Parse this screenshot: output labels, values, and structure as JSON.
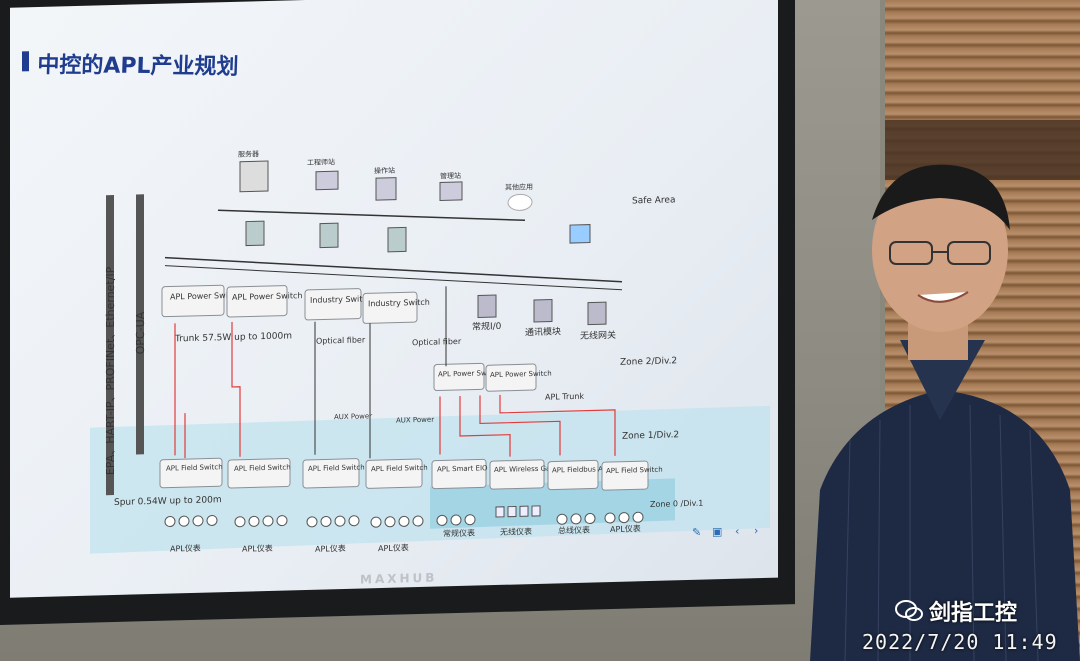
{
  "slide": {
    "title": "中控的APL产业规划",
    "brand": "MAXHUB",
    "top_nodes": [
      "服务器",
      "工程师站",
      "操作站",
      "管理站",
      "其他应用"
    ],
    "safe_area": "Safe Area",
    "zone2": "Zone 2/Div.2",
    "zone1": "Zone 1/Div.2",
    "zone0": "Zone 0 /Div.1",
    "left_protocols": "EPA、HART-IP、PROFINet、Ethernet/IP",
    "opc": "OPC-UA",
    "trunk": "Trunk 57.5W up to 1000m",
    "spur": "Spur 0.54W up to 200m",
    "optical1": "Optical fiber",
    "optical2": "Optical fiber",
    "apl_trunk": "APL Trunk",
    "aux1": "AUX Power",
    "aux2": "AUX Power",
    "power_switch_1": "APL Power Switch",
    "power_switch_2": "APL Power Switch",
    "industry_switch_1": "Industry Switch",
    "industry_switch_2": "Industry Switch",
    "power_switch_3": "APL Power Switch",
    "power_switch_4": "APL Power Switch",
    "io_labels": [
      "常规I/0",
      "通讯模块",
      "无线网关"
    ],
    "field_boxes": [
      "APL Field Switch",
      "APL Field Switch",
      "APL Field Switch",
      "APL Field Switch",
      "APL Smart EIO",
      "APL Wireless Gateway",
      "APL Fieldbus Agent",
      "APL Field Switch"
    ],
    "bottom_labels": [
      "APL仪表",
      "APL仪表",
      "APL仪表",
      "APL仪表",
      "常规仪表",
      "无线仪表",
      "总线仪表",
      "APL仪表"
    ],
    "controls": [
      "✎",
      "▣",
      "‹",
      "›"
    ]
  },
  "watermark": {
    "name": "剑指工控",
    "timestamp": "2022/7/20  11:49"
  }
}
